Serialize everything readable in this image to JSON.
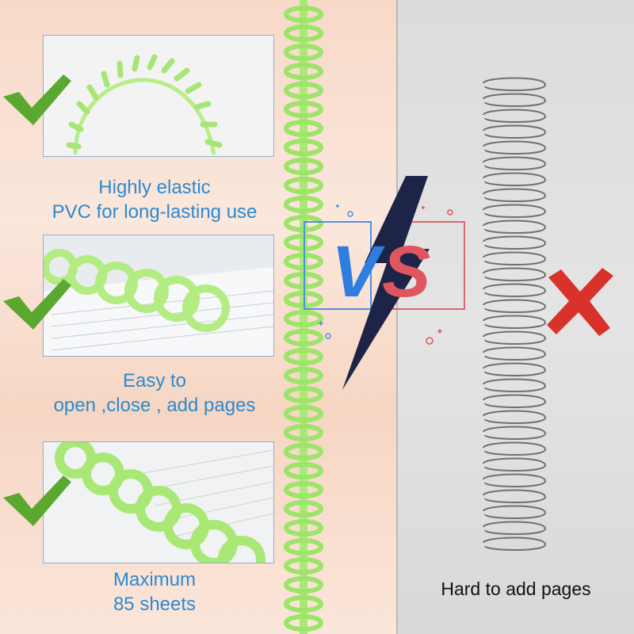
{
  "features": [
    {
      "line1": "Highly elastic",
      "line2": "PVC for long-lasting use"
    },
    {
      "line1": "Easy to",
      "line2": "open ,close , add pages"
    },
    {
      "line1": "Maximum",
      "line2": "85 sheets"
    }
  ],
  "comparison": {
    "vs_text": "VS",
    "right_caption": "Hard to add pages"
  },
  "colors": {
    "caption_blue": "#2b8ad1",
    "check_green": "#5aa830",
    "cross_red": "#d8322b",
    "ring_green": "#9ee36a",
    "vs_blue": "#2d7ee0",
    "vs_red": "#e0565e"
  }
}
